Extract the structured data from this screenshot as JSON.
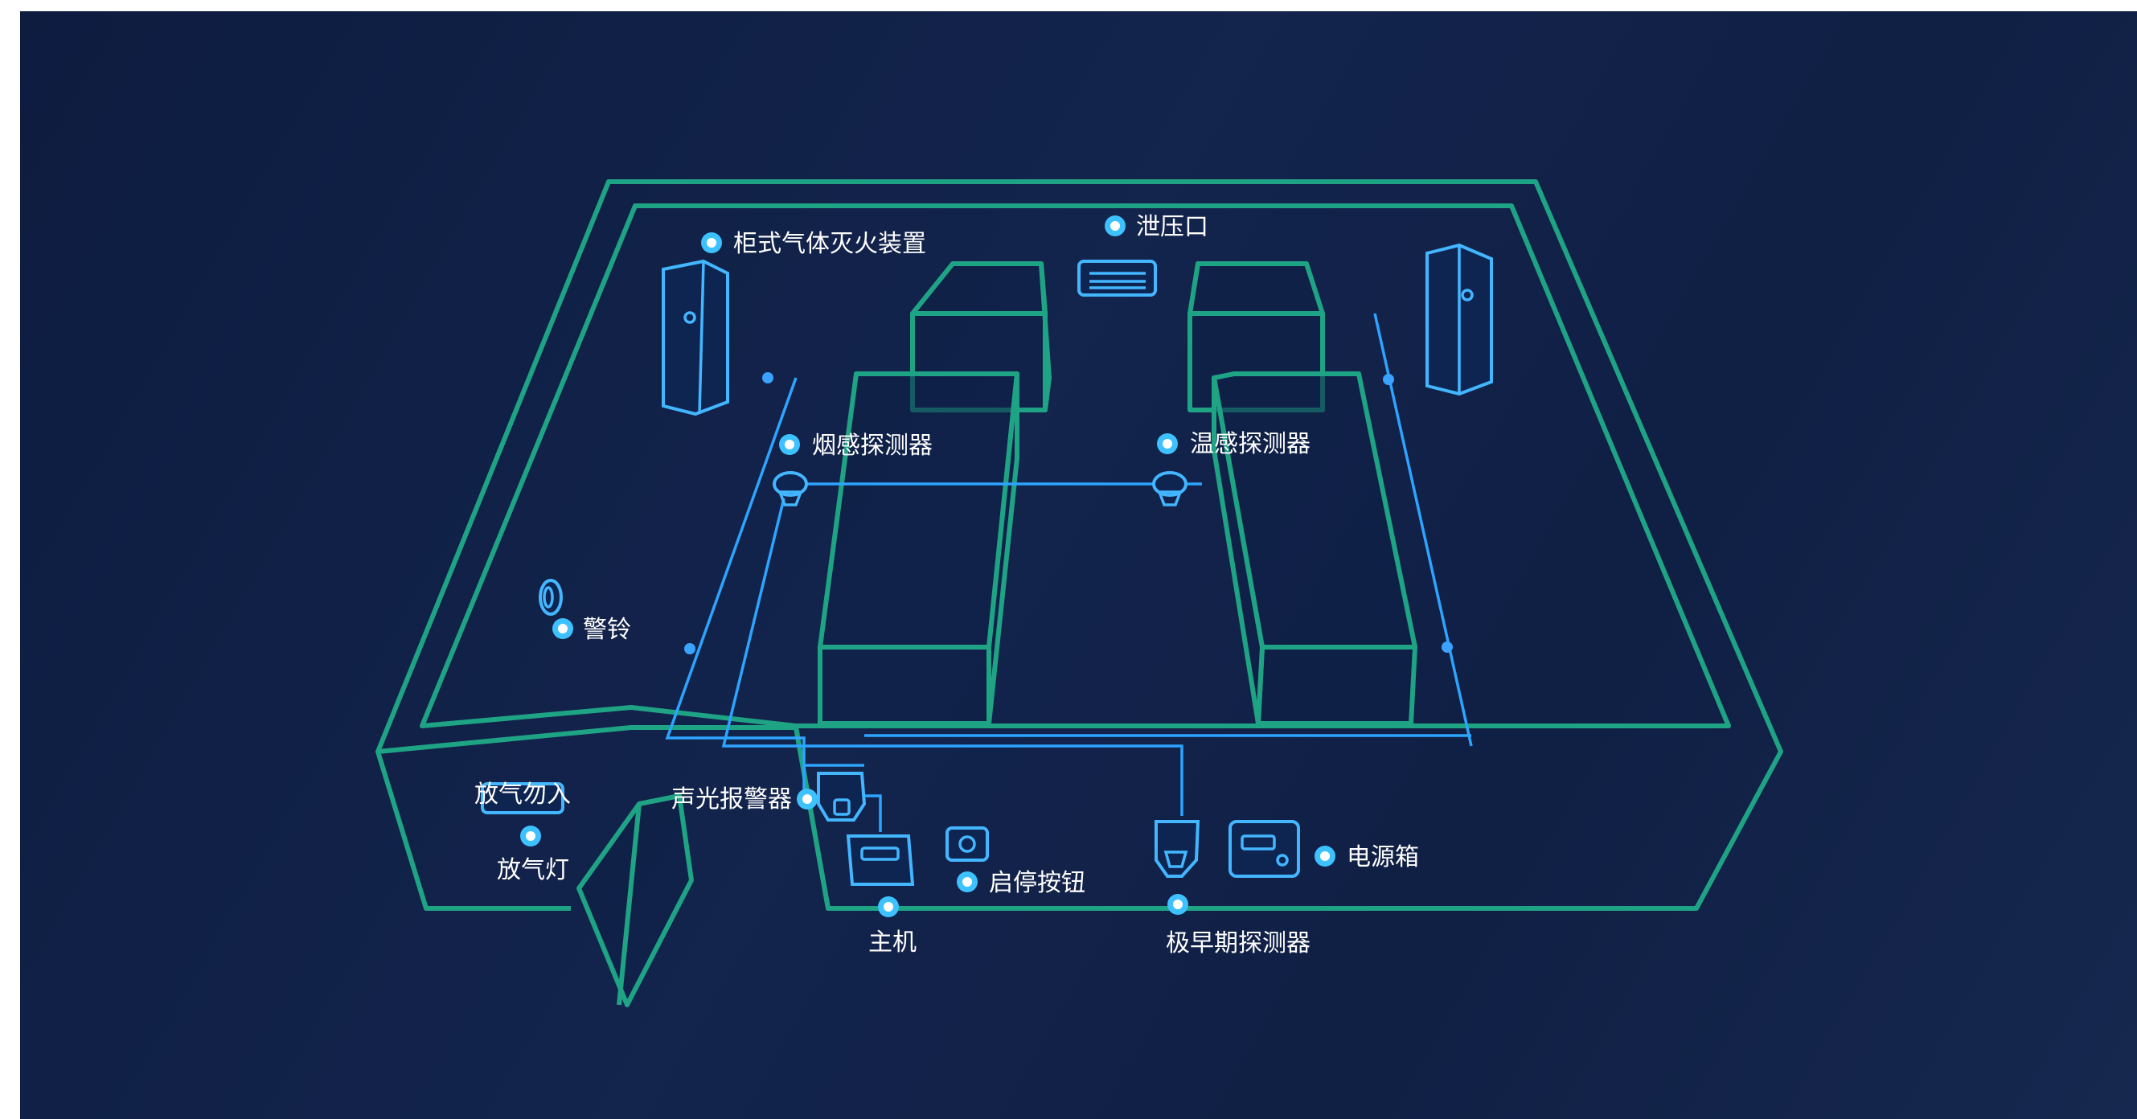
{
  "labels": {
    "cabinet_extinguisher": "柜式气体灭火装置",
    "pressure_relief": "泄压口",
    "smoke_detector": "烟感探测器",
    "heat_detector": "温感探测器",
    "alarm_bell": "警铃",
    "sound_light_alarm": "声光报警器",
    "release_lamp": "放气灯",
    "host": "主机",
    "start_stop_button": "启停按钮",
    "power_box": "电源箱",
    "early_warning_detector": "极早期探测器",
    "release_lamp_sign": "放气勿入"
  },
  "colors": {
    "background": "#12234b",
    "wall": "#1fa385",
    "wire": "#2da4ff",
    "device": "#43b6ff",
    "label_dot": "#3ec1ff",
    "label_text": "#ffffff"
  }
}
